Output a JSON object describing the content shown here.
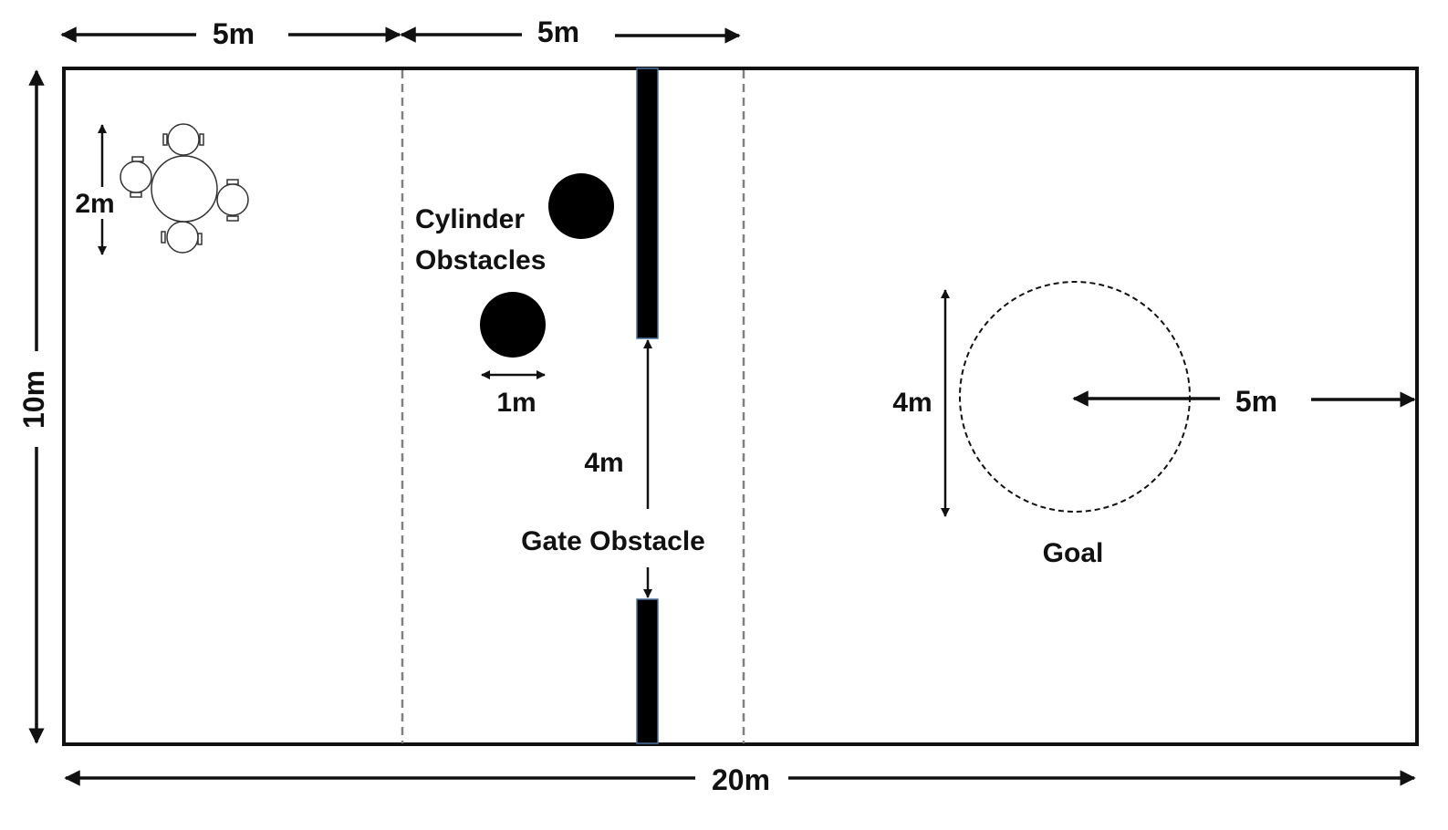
{
  "labels": {
    "top_left_span": "5m",
    "top_middle_span": "5m",
    "height": "10m",
    "width": "20m",
    "table_size": "2m",
    "cylinder_label_line1": "Cylinder",
    "cylinder_label_line2": "Obstacles",
    "cylinder_diameter": "1m",
    "gate_gap": "4m",
    "gate_label": "Gate Obstacle",
    "goal_diameter": "4m",
    "goal_distance": "5m",
    "goal_label": "Goal"
  },
  "colors": {
    "line": "#111111",
    "dashed_zone_line": "#808080",
    "gate_outline": "#4a6f9c",
    "obstacle_fill": "#000000"
  }
}
